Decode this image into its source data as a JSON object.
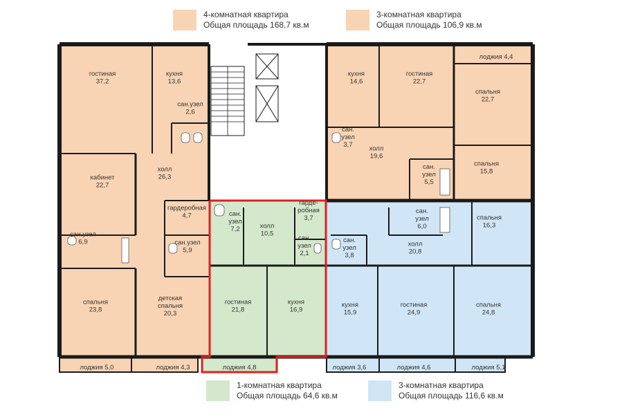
{
  "legend": [
    {
      "title": "4-комнатная квартира",
      "area": "Общая площадь 168,7 кв.м",
      "color": "#f8d4b4"
    },
    {
      "title": "3-комнатная квартира",
      "area": "Общая площадь 106,9 кв.м",
      "color": "#f8d4b4"
    },
    {
      "title": "1-комнатная квартира",
      "area": "Общая площадь 64,6 кв.м",
      "color": "#d4e8cc"
    },
    {
      "title": "3-комнатная квартира",
      "area": "Общая площадь 116,6 кв.м",
      "color": "#d0e6f6"
    }
  ],
  "colors": {
    "wall": "#1a1a1a",
    "highlight": "#e02020",
    "peach": "#f8d4b4",
    "green": "#d4e8cc",
    "blue": "#d0e6f6"
  },
  "rooms": [
    {
      "id": "a4-living",
      "apt": "4-комнатная квартира",
      "lines": [
        "гостиная",
        "37,2"
      ]
    },
    {
      "id": "a4-kitchen",
      "apt": "4-комнатная квартира",
      "lines": [
        "кухня",
        "13,6"
      ]
    },
    {
      "id": "a4-bath1",
      "apt": "4-комнатная квартира",
      "lines": [
        "сан.узел",
        "2,6"
      ]
    },
    {
      "id": "a4-office",
      "apt": "4-комнатная квартира",
      "lines": [
        "кабинет",
        "22,7"
      ]
    },
    {
      "id": "a4-hall",
      "apt": "4-комнатная квартира",
      "lines": [
        "холл",
        "26,3"
      ]
    },
    {
      "id": "a4-wardrobe",
      "apt": "4-комнатная квартира",
      "lines": [
        "гардеробная",
        "4,7"
      ]
    },
    {
      "id": "a4-bath2",
      "apt": "4-комнатная квартира",
      "lines": [
        "сан.узел",
        "6,9"
      ]
    },
    {
      "id": "a4-bath3",
      "apt": "4-комнатная квартира",
      "lines": [
        "сан.узел",
        "5,9"
      ]
    },
    {
      "id": "a4-bedroom",
      "apt": "4-комнатная квартира",
      "lines": [
        "спальня",
        "23,8"
      ]
    },
    {
      "id": "a4-kids",
      "apt": "4-комнатная квартира",
      "lines": [
        "детская",
        "спальня",
        "20,3"
      ]
    },
    {
      "id": "a4-loggia1",
      "apt": "4-комнатная квартира",
      "lines": [
        "лоджия 5,0"
      ]
    },
    {
      "id": "a4-loggia2",
      "apt": "4-комнатная квартира",
      "lines": [
        "лоджия 4,3"
      ]
    },
    {
      "id": "a1-bath1",
      "apt": "1-комнатная квартира",
      "lines": [
        "сан.",
        "узел",
        "7,2"
      ]
    },
    {
      "id": "a1-hall",
      "apt": "1-комнатная квартира",
      "lines": [
        "холл",
        "10,5"
      ]
    },
    {
      "id": "a1-wardrobe",
      "apt": "1-комнатная квартира",
      "lines": [
        "гарде-",
        "робная",
        "3,7"
      ]
    },
    {
      "id": "a1-bath2",
      "apt": "1-комнатная квартира",
      "lines": [
        "сан.",
        "узел",
        "2,1"
      ]
    },
    {
      "id": "a1-living",
      "apt": "1-комнатная квартира",
      "lines": [
        "гостиная",
        "21,8"
      ]
    },
    {
      "id": "a1-kitchen",
      "apt": "1-комнатная квартира",
      "lines": [
        "кухня",
        "16,9"
      ]
    },
    {
      "id": "a1-loggia",
      "apt": "1-комнатная квартира",
      "lines": [
        "лоджия 4,8"
      ]
    },
    {
      "id": "b3-kitchen",
      "apt": "3-комнатная квартира (106,9)",
      "lines": [
        "кухня",
        "14,6"
      ]
    },
    {
      "id": "b3-living",
      "apt": "3-комнатная квартира (106,9)",
      "lines": [
        "гостиная",
        "22,7"
      ]
    },
    {
      "id": "b3-loggia",
      "apt": "3-комнатная квартира (106,9)",
      "lines": [
        "лоджия 4,4"
      ]
    },
    {
      "id": "b3-bedroom1",
      "apt": "3-комнатная квартира (106,9)",
      "lines": [
        "спальня",
        "22,7"
      ]
    },
    {
      "id": "b3-bath1",
      "apt": "3-комнатная квартира (106,9)",
      "lines": [
        "сан.",
        "узел",
        "3,7"
      ]
    },
    {
      "id": "b3-hall",
      "apt": "3-комнатная квартира (106,9)",
      "lines": [
        "холл",
        "19,6"
      ]
    },
    {
      "id": "b3-bath2",
      "apt": "3-комнатная квартира (106,9)",
      "lines": [
        "сан.",
        "узел",
        "5,5"
      ]
    },
    {
      "id": "b3-bedroom2",
      "apt": "3-комнатная квартира (106,9)",
      "lines": [
        "спальня",
        "15,8"
      ]
    },
    {
      "id": "c3-bath1",
      "apt": "3-комнатная квартира (116,6)",
      "lines": [
        "сан.",
        "узел",
        "6,0"
      ]
    },
    {
      "id": "c3-bedroom1",
      "apt": "3-комнатная квартира (116,6)",
      "lines": [
        "спальня",
        "16,3"
      ]
    },
    {
      "id": "c3-bath2",
      "apt": "3-комнатная квартира (116,6)",
      "lines": [
        "сан.",
        "узел",
        "3,8"
      ]
    },
    {
      "id": "c3-hall",
      "apt": "3-комнатная квартира (116,6)",
      "lines": [
        "холл",
        "20,8"
      ]
    },
    {
      "id": "c3-kitchen",
      "apt": "3-комнатная квартира (116,6)",
      "lines": [
        "кухня",
        "15,9"
      ]
    },
    {
      "id": "c3-living",
      "apt": "3-комнатная квартира (116,6)",
      "lines": [
        "гостиная",
        "24,9"
      ]
    },
    {
      "id": "c3-bedroom2",
      "apt": "3-комнатная квартира (116,6)",
      "lines": [
        "спальня",
        "24,8"
      ]
    },
    {
      "id": "c3-loggia1",
      "apt": "3-комнатная квартира (116,6)",
      "lines": [
        "лоджия 3,6"
      ]
    },
    {
      "id": "c3-loggia2",
      "apt": "3-комнатная квартира (116,6)",
      "lines": [
        "лоджия 4,6"
      ]
    },
    {
      "id": "c3-loggia3",
      "apt": "3-комнатная квартира (116,6)",
      "lines": [
        "лоджия 5,1"
      ]
    }
  ]
}
